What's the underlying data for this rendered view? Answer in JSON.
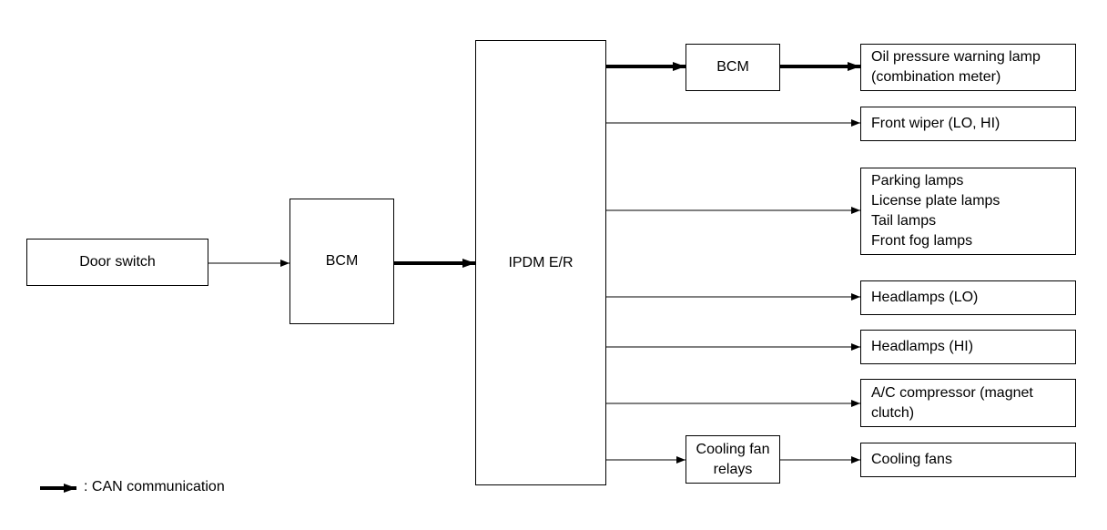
{
  "nodes": {
    "door_switch": "Door switch",
    "bcm_main": "BCM",
    "ipdm": "IPDM E/R",
    "bcm_top": "BCM",
    "cooling_fan_relays": [
      "Cooling fan",
      "relays"
    ],
    "oil_pressure_lamp": [
      "Oil pressure warning lamp",
      "(combination meter)"
    ],
    "front_wiper": "Front wiper (LO, HI)",
    "lamps": [
      "Parking lamps",
      "License plate lamps",
      "Tail lamps",
      "Front fog lamps"
    ],
    "headlamps_lo": "Headlamps (LO)",
    "headlamps_hi": "Headlamps (HI)",
    "ac_compressor": [
      "A/C compressor (magnet",
      "clutch)"
    ],
    "cooling_fans": "Cooling fans"
  },
  "legend": {
    "can_label": ": CAN communication"
  }
}
